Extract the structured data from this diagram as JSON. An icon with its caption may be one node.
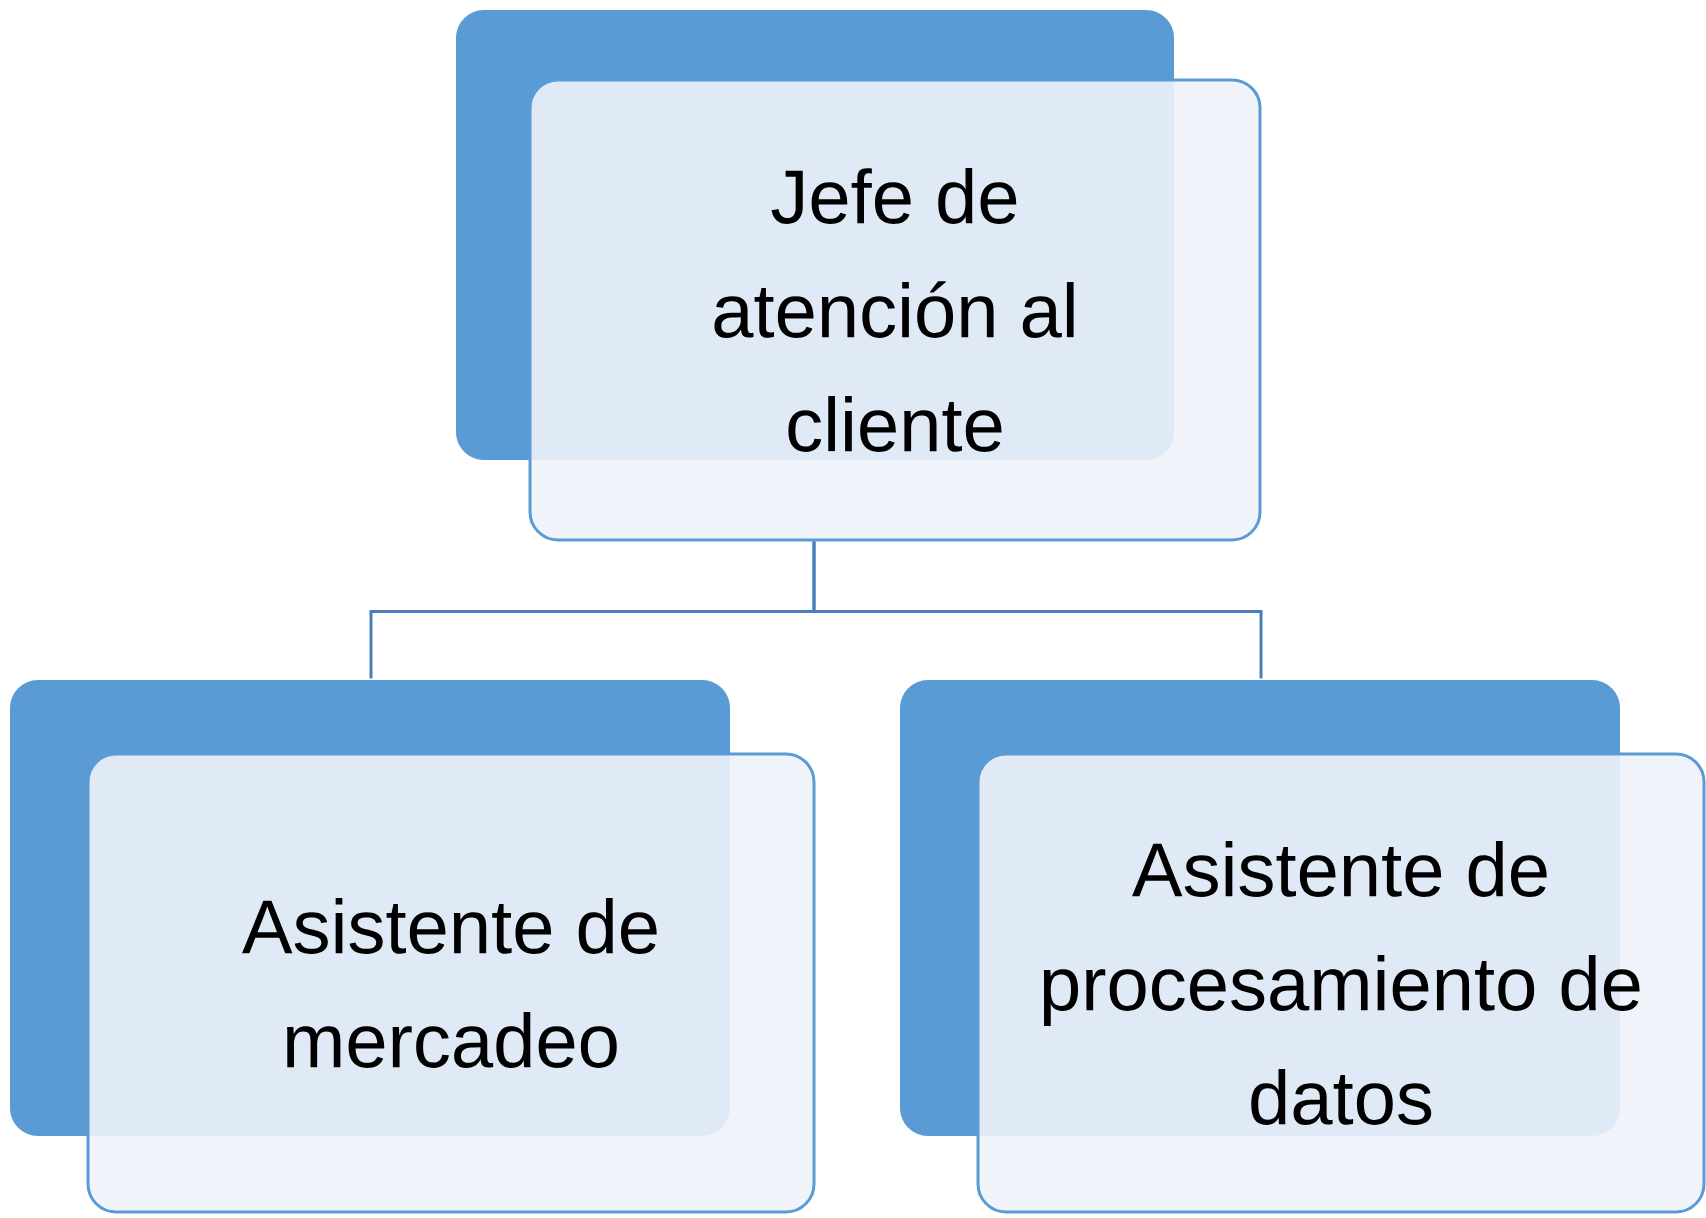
{
  "diagram": {
    "nodes": [
      {
        "text": [
          "Jefe de atención al cliente"
        ]
      },
      {
        "text": [
          "Asistente de mercadeo"
        ]
      },
      {
        "text": [
          "Asistente de procesamiento de datos"
        ]
      }
    ],
    "edges": [
      {
        "from": 0,
        "to": 1,
        "arrow": "none"
      },
      {
        "from": 0,
        "to": 2,
        "arrow": "none"
      }
    ]
  }
}
